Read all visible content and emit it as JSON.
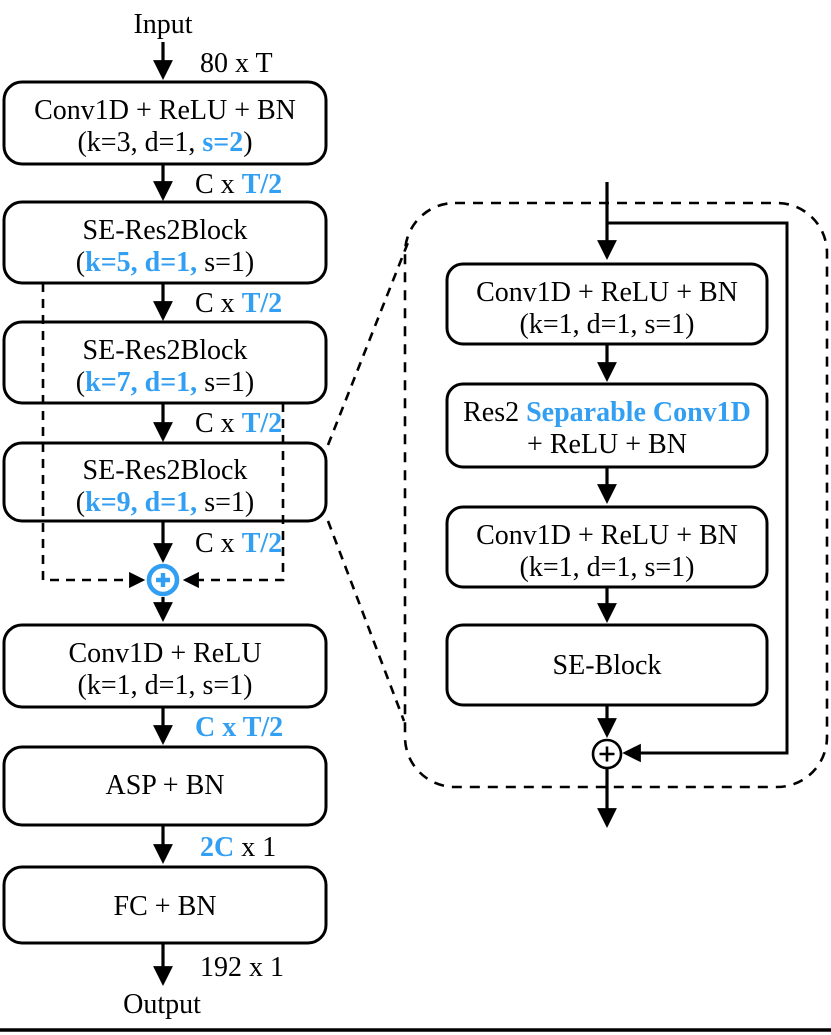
{
  "colors": {
    "accent_blue": "#339FF2",
    "ink": "#000000",
    "background": "#FFFFFF"
  },
  "left": {
    "input_label": "Input",
    "output_label": "Output",
    "sum_symbol": "+",
    "dims": {
      "input": "80 x T",
      "hidden_black": "C x ",
      "hidden_blue": "T/2",
      "pre_pool_blue": "C x T/2",
      "post_pool_blue": "2C",
      "post_pool_black": " x 1",
      "embedding": "192 x 1"
    },
    "blocks": [
      {
        "line1": "Conv1D + ReLU + BN",
        "line2_pre": "(k=3, d=1,",
        "line2_blue": " s=2",
        "line2_post": ")"
      },
      {
        "line1": "SE-Res2Block",
        "line2_pre": "(",
        "line2_blue": "k=5, d=1,",
        "line2_post": " s=1)"
      },
      {
        "line1": "SE-Res2Block",
        "line2_pre": "(",
        "line2_blue": "k=7, d=1,",
        "line2_post": " s=1)"
      },
      {
        "line1": "SE-Res2Block",
        "line2_pre": "(",
        "line2_blue": "k=9, d=1,",
        "line2_post": " s=1)"
      },
      {
        "line1": "Conv1D + ReLU",
        "line2": "(k=1, d=1, s=1)"
      },
      {
        "line1": "ASP + BN"
      },
      {
        "line1": "FC + BN"
      }
    ]
  },
  "detail": {
    "sum_symbol": "+",
    "blocks": [
      {
        "line1": "Conv1D + ReLU + BN",
        "line2": "(k=1, d=1, s=1)"
      },
      {
        "line1_pre": "Res2 ",
        "line1_blue": "Separable Conv1D",
        "line2": "+ ReLU + BN"
      },
      {
        "line1": "Conv1D + ReLU + BN",
        "line2": "(k=1, d=1, s=1)"
      },
      {
        "line1": "SE-Block"
      }
    ]
  }
}
